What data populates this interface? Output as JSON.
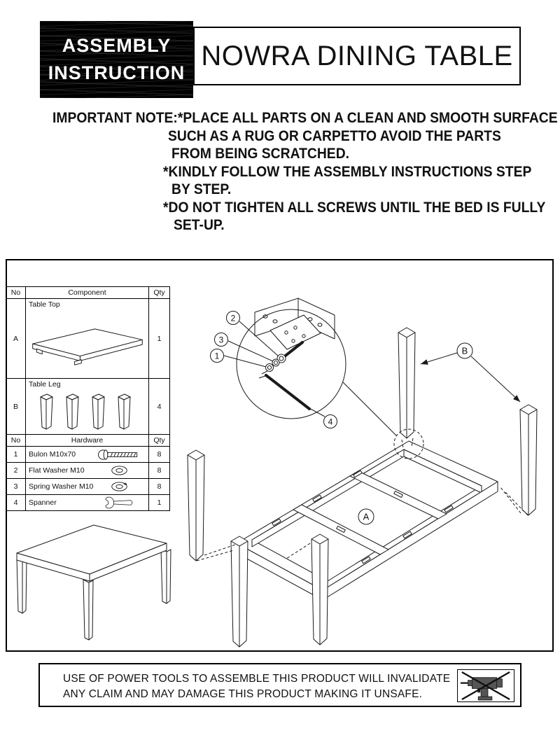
{
  "header": {
    "badge_line1": "ASSEMBLY",
    "badge_line2": "INSTRUCTION",
    "product_title": "NOWRA DINING TABLE"
  },
  "notes": {
    "lines": [
      "IMPORTANT NOTE:*PLACE ALL PARTS ON A CLEAN AND SMOOTH SURFACE",
      "SUCH AS A RUG OR CARPETTO AVOID THE PARTS",
      "FROM BEING SCRATCHED.",
      "*KINDLY FOLLOW THE ASSEMBLY INSTRUCTIONS STEP",
      "BY STEP.",
      "*DO NOT TIGHTEN ALL SCREWS UNTIL THE BED IS FULLY",
      "SET-UP."
    ]
  },
  "parts_list": {
    "columns": {
      "no": "No",
      "component": "Component",
      "hardware": "Hardware",
      "qty": "Qty"
    },
    "components": [
      {
        "no": "A",
        "name": "Table Top",
        "qty": "1",
        "icon": "table-top-icon"
      },
      {
        "no": "B",
        "name": "Table Leg",
        "qty": "4",
        "icon": "table-leg-icon"
      }
    ],
    "hardware": [
      {
        "no": "1",
        "name": "Bulon M10x70",
        "qty": "8",
        "icon": "bolt-icon"
      },
      {
        "no": "2",
        "name": "Flat Washer M10",
        "qty": "8",
        "icon": "flat-washer-icon"
      },
      {
        "no": "3",
        "name": "Spring Washer M10",
        "qty": "8",
        "icon": "spring-washer-icon"
      },
      {
        "no": "4",
        "name": "Spanner",
        "qty": "1",
        "icon": "spanner-icon"
      }
    ]
  },
  "diagram": {
    "callouts": {
      "bolt": "1",
      "flat_washer": "2",
      "spring_washer": "3",
      "spanner": "4"
    },
    "labels": {
      "frame": "A",
      "legs": "B"
    }
  },
  "warning": {
    "lines": [
      "USE OF POWER TOOLS TO ASSEMBLE THIS PRODUCT WILL INVALIDATE",
      "ANY CLAIM AND MAY DAMAGE THIS PRODUCT MAKING IT UNSAFE."
    ],
    "icon": "no-power-tools-icon"
  },
  "colors": {
    "ink": "#1a1a1a",
    "paper": "#ffffff",
    "badge_bg": "#000000",
    "badge_text": "#ffffff"
  }
}
